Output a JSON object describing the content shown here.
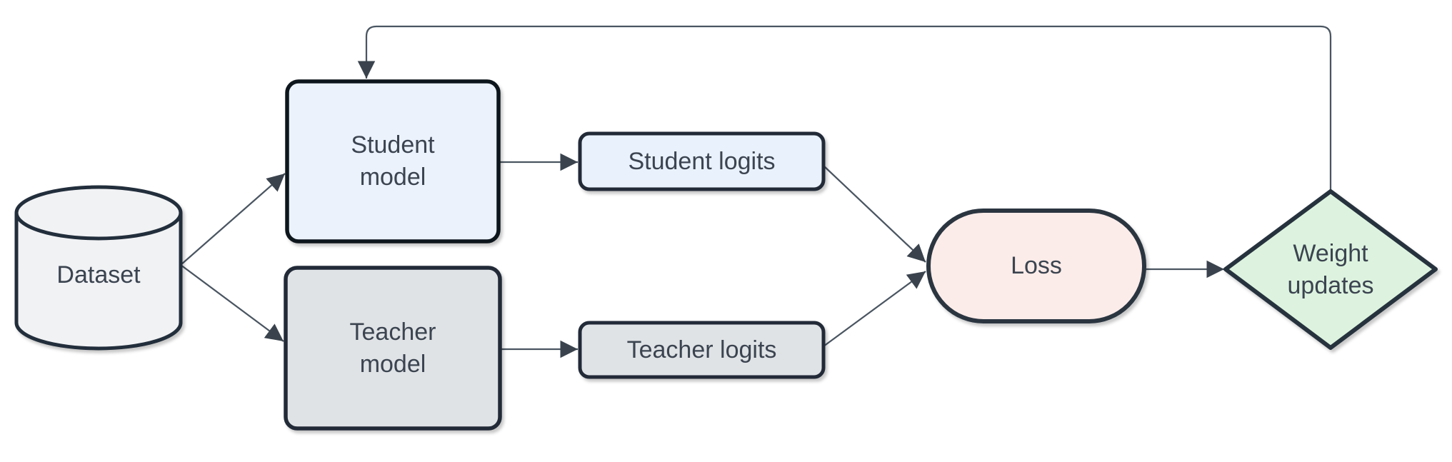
{
  "diagram": {
    "type": "flowchart",
    "topic": "knowledge-distillation training loop",
    "nodes": {
      "dataset": {
        "label": "Dataset",
        "shape": "cylinder",
        "fill": "#f1f2f4",
        "stroke": "#232e3a"
      },
      "student_model": {
        "label": "Student\nmodel",
        "shape": "rounded-rect",
        "fill": "#ebf2fc",
        "stroke": "#10151b"
      },
      "teacher_model": {
        "label": "Teacher\nmodel",
        "shape": "rounded-rect",
        "fill": "#e0e3e6",
        "stroke": "#222c37"
      },
      "student_logits": {
        "label": "Student logits",
        "shape": "rounded-rect",
        "fill": "#e9f1fc",
        "stroke": "#222c37"
      },
      "teacher_logits": {
        "label": "Teacher logits",
        "shape": "rounded-rect",
        "fill": "#e0e3e6",
        "stroke": "#222c37"
      },
      "loss": {
        "label": "Loss",
        "shape": "stadium",
        "fill": "#fcece9",
        "stroke": "#2a3440"
      },
      "weight_updates": {
        "label": "Weight\nupdates",
        "shape": "diamond",
        "fill": "#ddf3df",
        "stroke": "#27323d"
      }
    },
    "edges": [
      {
        "from": "dataset",
        "to": "student_model"
      },
      {
        "from": "dataset",
        "to": "teacher_model"
      },
      {
        "from": "student_model",
        "to": "student_logits"
      },
      {
        "from": "teacher_model",
        "to": "teacher_logits"
      },
      {
        "from": "student_logits",
        "to": "loss"
      },
      {
        "from": "teacher_logits",
        "to": "loss"
      },
      {
        "from": "loss",
        "to": "weight_updates"
      },
      {
        "from": "weight_updates",
        "to": "student_model"
      }
    ],
    "colors": {
      "background": "#ffffff",
      "edge": "#4a5561",
      "arrowhead": "#3a434d",
      "text": "#3b4450"
    }
  }
}
